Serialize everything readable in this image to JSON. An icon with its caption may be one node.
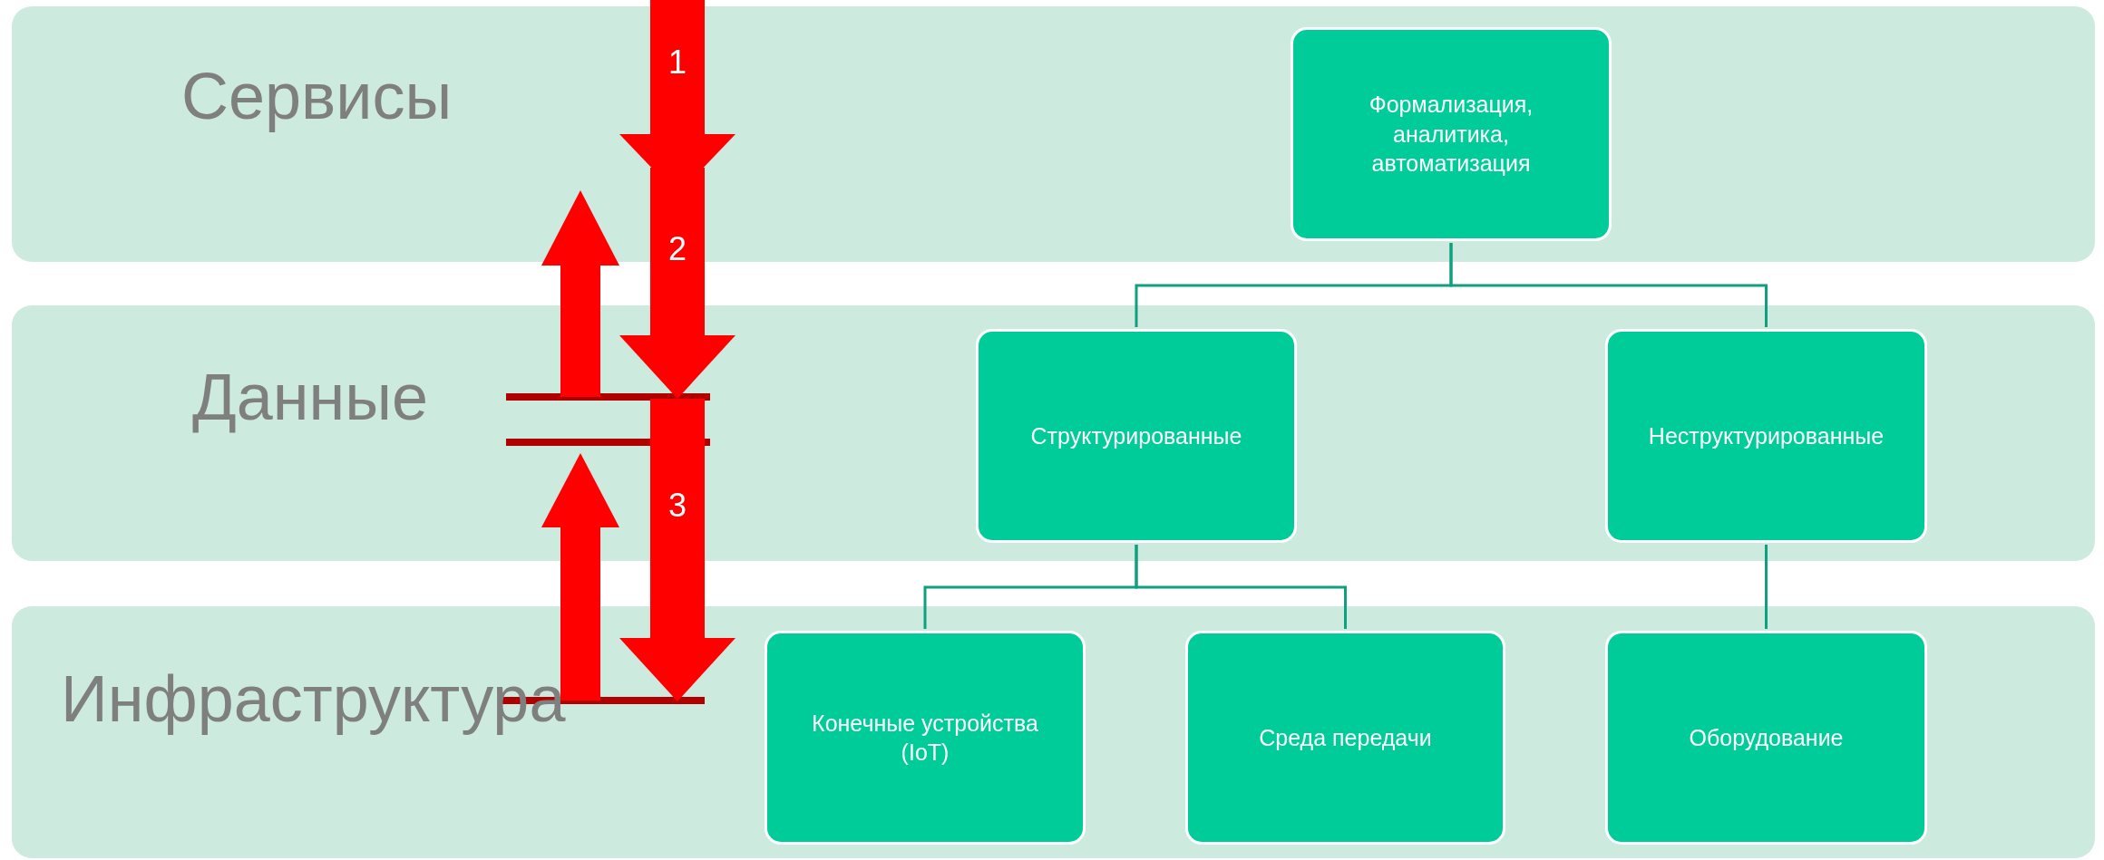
{
  "diagram": {
    "nodes": [
      {
        "text": [
          "Сервисы"
        ]
      },
      {
        "text": [
          "Формализация, аналитика, автоматизация"
        ],
        "in": 0
      },
      {
        "text": [
          "Данные"
        ]
      },
      {
        "text": [
          "Структурированные"
        ],
        "in": 2
      },
      {
        "text": [
          "Неструктурированные"
        ],
        "in": 2
      },
      {
        "text": [
          "Инфраструктура"
        ]
      },
      {
        "text": [
          "Конечные устройства (IoT)"
        ],
        "in": 5
      },
      {
        "text": [
          "Среда передачи"
        ],
        "in": 5
      },
      {
        "text": [
          "Оборудование"
        ],
        "in": 5
      }
    ],
    "edges": [
      {
        "from": 1,
        "to": 3,
        "arrow": "none"
      },
      {
        "from": 1,
        "to": 4,
        "arrow": "none"
      },
      {
        "from": 3,
        "to": 6,
        "arrow": "none"
      },
      {
        "from": 3,
        "to": 7,
        "arrow": "none"
      },
      {
        "from": 4,
        "to": 8,
        "arrow": "none"
      }
    ],
    "labels": [
      "1",
      "2",
      "3"
    ]
  }
}
